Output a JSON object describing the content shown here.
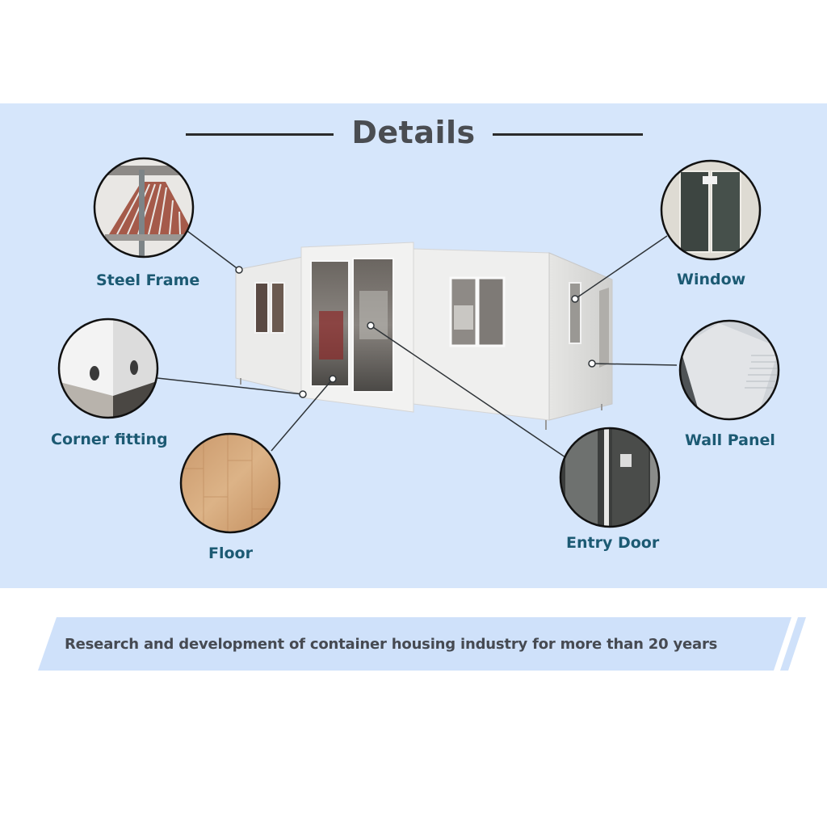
{
  "header": {
    "title": "Details"
  },
  "product": {
    "name": "expandable-container-house",
    "image": "house-photo"
  },
  "callouts": [
    {
      "id": "steel-frame",
      "label": "Steel Frame",
      "icon": "steel-frame-icon"
    },
    {
      "id": "window",
      "label": "Window",
      "icon": "window-icon"
    },
    {
      "id": "corner-fitting",
      "label": "Corner fitting",
      "icon": "corner-fitting-icon"
    },
    {
      "id": "wall-panel",
      "label": "Wall Panel",
      "icon": "wall-panel-icon"
    },
    {
      "id": "floor",
      "label": "Floor",
      "icon": "floor-icon"
    },
    {
      "id": "entry-door",
      "label": "Entry Door",
      "icon": "entry-door-icon"
    }
  ],
  "footer": {
    "tagline": "Research and development of container housing industry for more than 20 years"
  },
  "colors": {
    "band": "#d6e6fb",
    "label": "#1c5a73",
    "title": "#4a4d52",
    "banner": "#cfe1fa"
  }
}
